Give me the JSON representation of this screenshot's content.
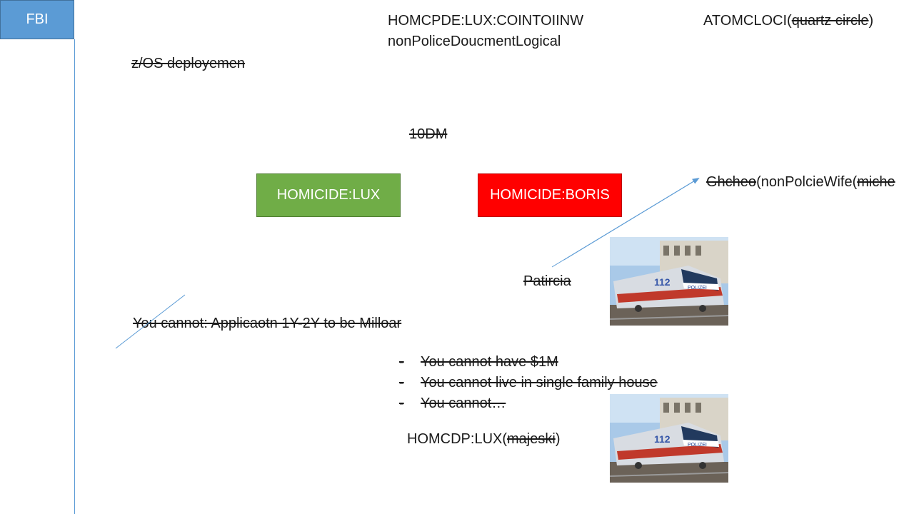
{
  "sidebar": {
    "fbi_label": "FBI"
  },
  "header": {
    "code_line1": "HOMCPDE:LUX:COINTOIINW",
    "code_line2": "nonPoliceDoucmentLogical",
    "atom_prefix": "ATOMCLOCI(",
    "atom_struck": "quartz circle",
    "atom_suffix": ")"
  },
  "notes": {
    "zos": "z/OS deployemen",
    "tendm": "10DM",
    "patircia": "Patircia",
    "ghcheo_struck": "Ghcheo",
    "ghcheo_mid": "(nonPolcieWife(",
    "ghcheo_tail_struck": "miche",
    "you_cannot_main": "You cannot: Applicaotn 1Y-2Y to be Milloar"
  },
  "boxes": {
    "lux": "HOMICIDE:LUX",
    "boris": "HOMICIDE:BORIS"
  },
  "bullets": [
    {
      "dash": "-",
      "text": "You cannot have $1M"
    },
    {
      "dash": "-",
      "text": "You cannot live in single family house"
    },
    {
      "dash": "-",
      "text": "You cannot…"
    }
  ],
  "footer": {
    "prefix": "HOMCDP:LUX(",
    "struck": "majeski",
    "suffix": ")"
  },
  "images": [
    {
      "icon": "train-photo",
      "caption": "POLIZEI",
      "number": "112"
    },
    {
      "icon": "train-photo",
      "caption": "POLIZEI",
      "number": "112"
    }
  ],
  "colors": {
    "fbi_blue": "#5b9bd5",
    "lux_green": "#70ad47",
    "boris_red": "#ff0000"
  }
}
